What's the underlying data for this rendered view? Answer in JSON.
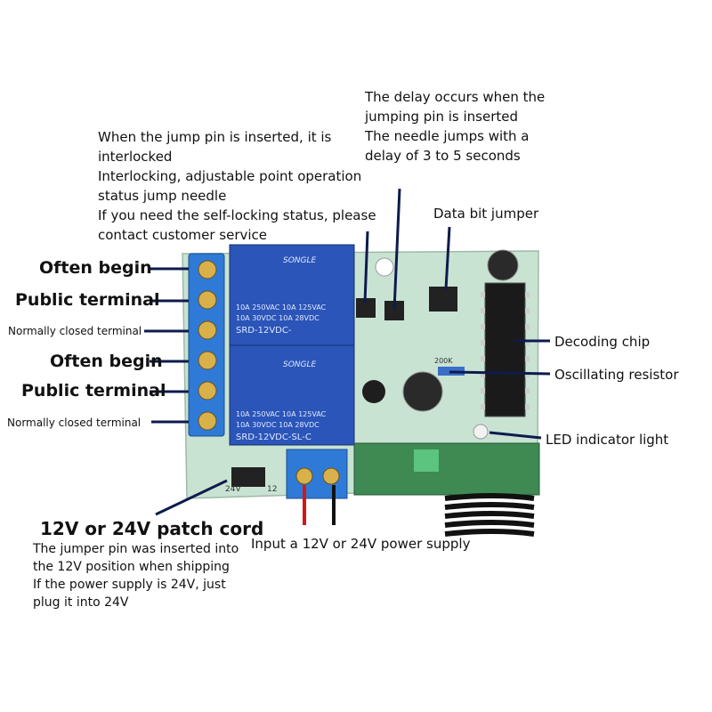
{
  "annotations": {
    "delay_note": [
      "The delay occurs when the",
      "jumping pin is inserted",
      "The needle jumps with a",
      "delay of 3 to 5 seconds"
    ],
    "interlock_note": [
      "When the jump pin is inserted, it is",
      "interlocked",
      "Interlocking, adjustable point operation",
      "status jump needle",
      "If you need the self-locking status, please",
      "contact customer service"
    ],
    "data_bit_jumper": "Data bit jumper",
    "decoding_chip": "Decoding chip",
    "oscillating_resistor": "Oscillating resistor",
    "led_indicator": "LED indicator light",
    "terminals": [
      "Often begin",
      "Public terminal",
      "Normally closed terminal",
      "Often begin",
      "Public terminal",
      "Normally closed terminal"
    ],
    "patch_cord_title": "12V or 24V patch cord",
    "patch_cord_note": [
      "The jumper pin was inserted into",
      "the 12V position when shipping",
      "If the power supply is 24V, just",
      "plug it into 24V"
    ],
    "power_supply": "Input a 12V or 24V power supply"
  },
  "relay_markings": {
    "brand": "SONGLE",
    "ratings": [
      "10A 250VAC  10A 125VAC",
      "10A  30VDC  10A  28VDC"
    ],
    "model_top": "SRD-12VDC-",
    "model_bottom": "SRD-12VDC-SL-C"
  },
  "board_markings": {
    "left_jumper": "24V",
    "right_jumper": "12",
    "resistor_code": "200K"
  },
  "colors": {
    "pcb": "#c9e3d2",
    "relay": "#2b55b8",
    "terminal_block": "#2f7ad6",
    "leader_line": "#0d1b4d"
  }
}
